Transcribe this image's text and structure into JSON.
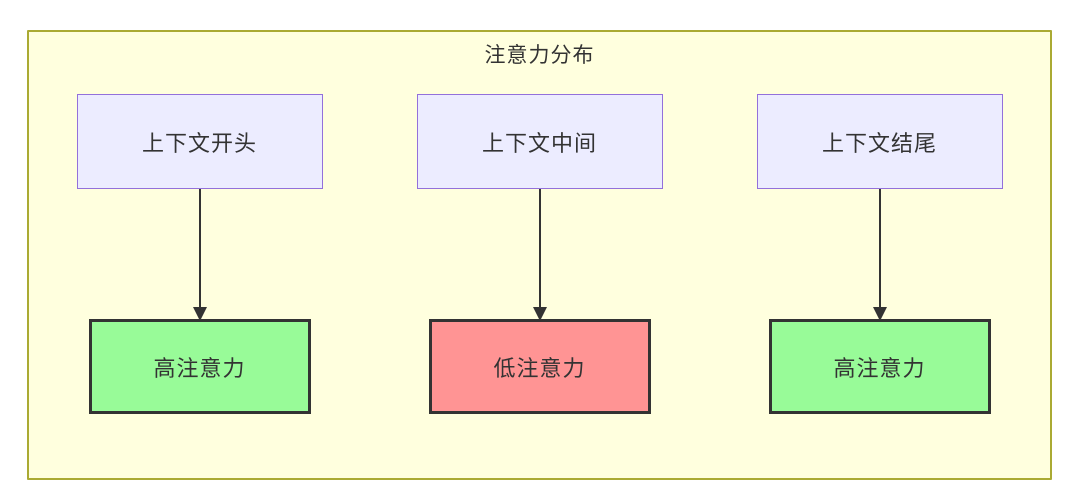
{
  "diagram": {
    "type": "flowchart",
    "title": "注意力分布",
    "colors": {
      "container_bg": "#ffffde",
      "container_border": "#aaaa33",
      "node_bg": "#ececff",
      "node_border": "#9370db",
      "high_bg": "#98fb98",
      "low_bg": "#ff9494",
      "result_border": "#333333",
      "arrow": "#333333",
      "text": "#333333"
    },
    "columns": [
      {
        "source": "上下文开头",
        "target": "高注意力",
        "attention": "high"
      },
      {
        "source": "上下文中间",
        "target": "低注意力",
        "attention": "low"
      },
      {
        "source": "上下文结尾",
        "target": "高注意力",
        "attention": "high"
      }
    ]
  }
}
